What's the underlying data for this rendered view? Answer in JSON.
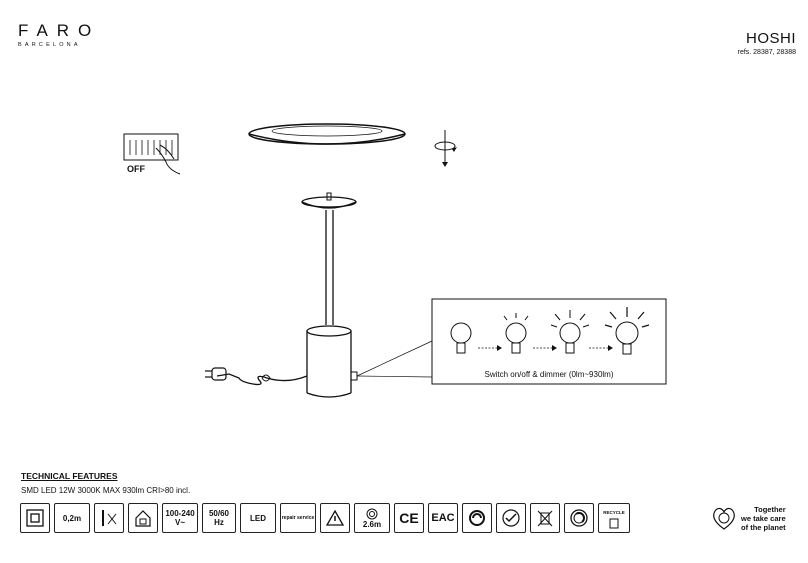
{
  "brand": {
    "name": "FARO",
    "subtitle": "BARCELONA"
  },
  "product": {
    "name": "HOSHI",
    "refs": "refs. 28387, 28388"
  },
  "diagram": {
    "switch_label": "OFF",
    "dimmer_caption": "Switch on/off & dimmer (0lm~930lm)"
  },
  "technical": {
    "title": "TECHNICAL FEATURES",
    "spec": "SMD LED 12W 3000K MAX 930lm CRI>80 incl."
  },
  "icons": [
    {
      "icon": "double-insulation-icon",
      "text": ""
    },
    {
      "icon": "distance-icon",
      "text": "0,2m"
    },
    {
      "icon": "no-insulation-cover-icon",
      "text": ""
    },
    {
      "icon": "indoor-use-icon",
      "text": ""
    },
    {
      "icon": "voltage-icon",
      "text": "100-240",
      "text2": "V~"
    },
    {
      "icon": "frequency-icon",
      "text": "50/60",
      "text2": "Hz"
    },
    {
      "icon": "led-icon",
      "text": "LED"
    },
    {
      "icon": "repair-service-icon",
      "text": "repair service"
    },
    {
      "icon": "warning-icon",
      "text": ""
    },
    {
      "icon": "cable-length-icon",
      "text": "2.6m"
    },
    {
      "icon": "ce-mark-icon",
      "text": "CE"
    },
    {
      "icon": "eac-mark-icon",
      "text": "EAC"
    },
    {
      "icon": "recycle-loop-icon",
      "text": ""
    },
    {
      "icon": "recycle-check-icon",
      "text": ""
    },
    {
      "icon": "weee-bin-icon",
      "text": ""
    },
    {
      "icon": "green-dot-icon",
      "text": ""
    },
    {
      "icon": "recycle-bin-icon",
      "text": "RECYCLE"
    }
  ],
  "planet": {
    "line1": "Together",
    "line2": "we take care",
    "line3": "of the planet"
  }
}
